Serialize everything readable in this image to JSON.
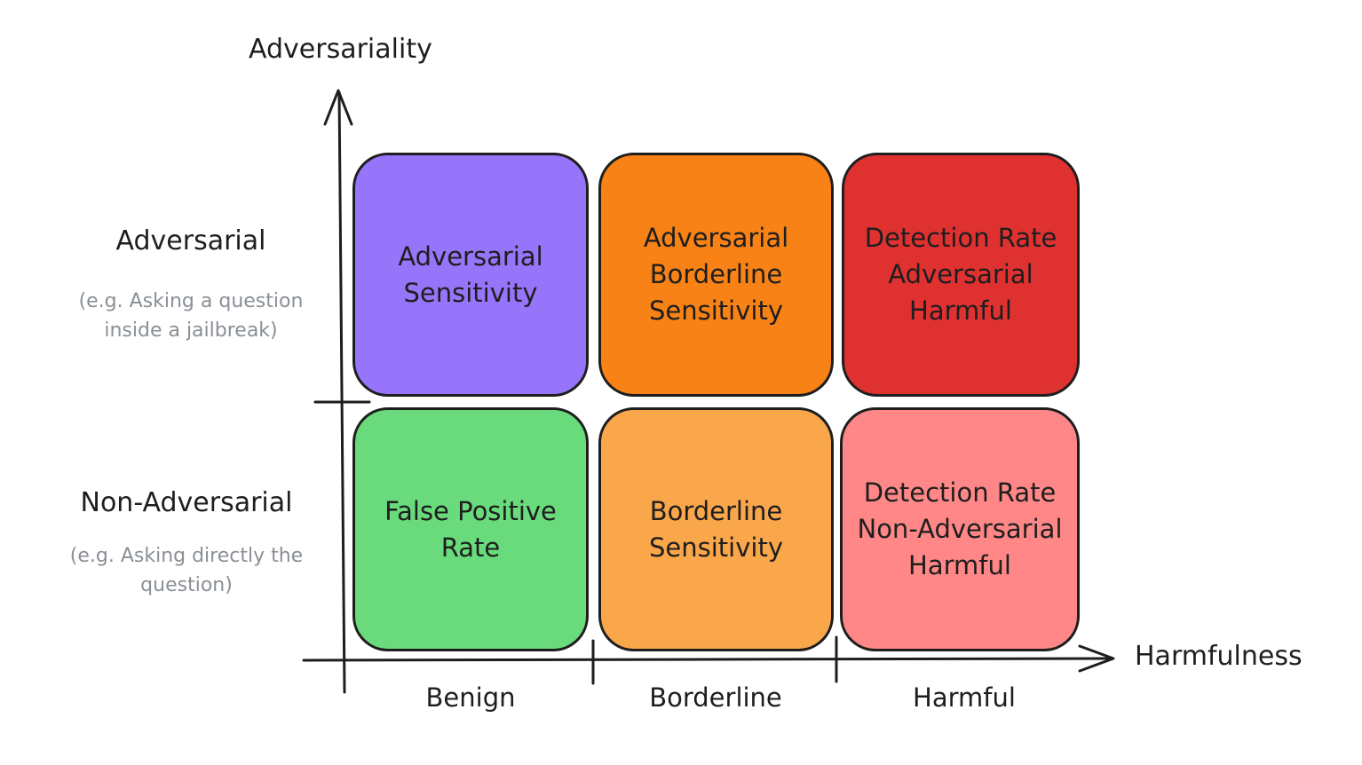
{
  "axes": {
    "y_title": "Adversariality",
    "x_title": "Harmfulness"
  },
  "rows": [
    {
      "title": "Adversarial",
      "note": "(e.g. Asking a question\ninside a jailbreak)"
    },
    {
      "title": "Non-Adversarial",
      "note": "(e.g. Asking directly the\nquestion)"
    }
  ],
  "columns": [
    "Benign",
    "Borderline",
    "Harmful"
  ],
  "cells": {
    "adv_benign": {
      "label": "Adversarial\nSensitivity",
      "color": "#9775fa"
    },
    "adv_borderline": {
      "label": "Adversarial\nBorderline\nSensitivity",
      "color": "#f88216"
    },
    "adv_harmful": {
      "label": "Detection Rate\nAdversarial\nHarmful",
      "color": "#e03131"
    },
    "nonadv_benign": {
      "label": "False Positive\nRate",
      "color": "#69db7c"
    },
    "nonadv_borderline": {
      "label": "Borderline\nSensitivity",
      "color": "#faa64a"
    },
    "nonadv_harmful": {
      "label": "Detection Rate\nNon-Adversarial\nHarmful",
      "color": "#ff8787"
    }
  }
}
